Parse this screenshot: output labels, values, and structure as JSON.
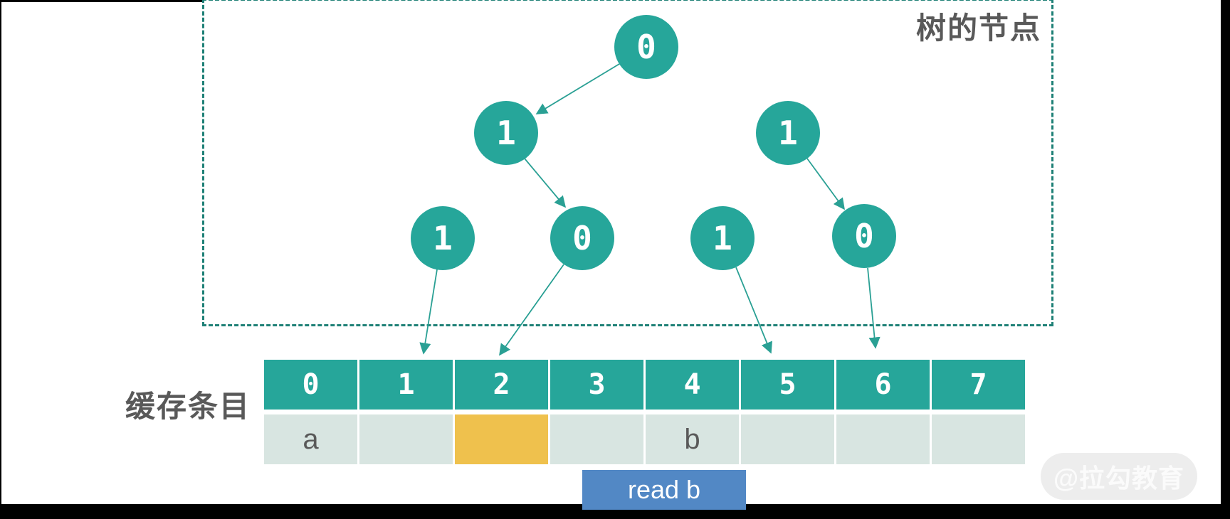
{
  "tree_box": {
    "label": "树的节点"
  },
  "tree": {
    "nodes": [
      {
        "id": "root",
        "value": "0"
      },
      {
        "id": "l2-left",
        "value": "1"
      },
      {
        "id": "l2-right",
        "value": "1"
      },
      {
        "id": "l3-a",
        "value": "1"
      },
      {
        "id": "l3-b",
        "value": "0"
      },
      {
        "id": "l3-c",
        "value": "1"
      },
      {
        "id": "l3-d",
        "value": "0"
      }
    ]
  },
  "cache": {
    "label": "缓存条目",
    "indices": [
      "0",
      "1",
      "2",
      "3",
      "4",
      "5",
      "6",
      "7"
    ],
    "values": [
      "a",
      "",
      "",
      "",
      "b",
      "",
      "",
      ""
    ],
    "highlighted_index": 2
  },
  "action": {
    "label": "read b"
  },
  "watermark": {
    "text": "@拉勾教育"
  },
  "colors": {
    "teal": "#26A69A",
    "dash": "#1E8076",
    "arrow": "#2AA094",
    "cell": "#D8E5E1",
    "highlight": "#EFC14D",
    "blue": "#5288C5",
    "label": "#595959",
    "wm": "#EDEDED"
  }
}
